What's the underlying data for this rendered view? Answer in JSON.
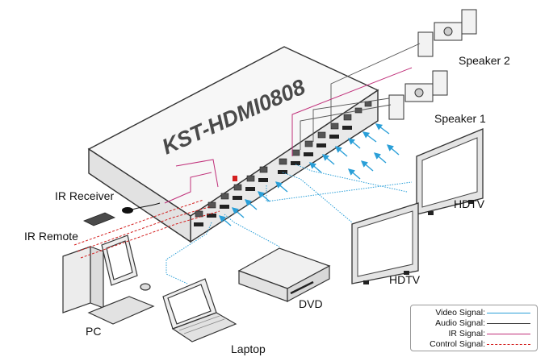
{
  "device": {
    "model": "KST-HDMI0808"
  },
  "labels": {
    "speaker1": "Speaker 1",
    "speaker2": "Speaker 2",
    "hdtv_a": "HDTV",
    "hdtv_b": "HDTV",
    "ir_receiver": "IR Receiver",
    "ir_remote": "IR Remote",
    "pc": "PC",
    "laptop": "Laptop",
    "dvd": "DVD"
  },
  "legend": {
    "items": [
      {
        "label": "Video Signal:",
        "color": "#2a9fd8",
        "style": "solid"
      },
      {
        "label": "Audio Signal:",
        "color": "#3a3a3a",
        "style": "solid"
      },
      {
        "label": "IR  Signal:",
        "color": "#c0307a",
        "style": "solid"
      },
      {
        "label": "Control  Signal:",
        "color": "#d42020",
        "style": "dashed"
      }
    ]
  },
  "colors": {
    "video": "#2a9fd8",
    "audio": "#3a3a3a",
    "ir": "#c0307a",
    "control": "#d42020"
  }
}
